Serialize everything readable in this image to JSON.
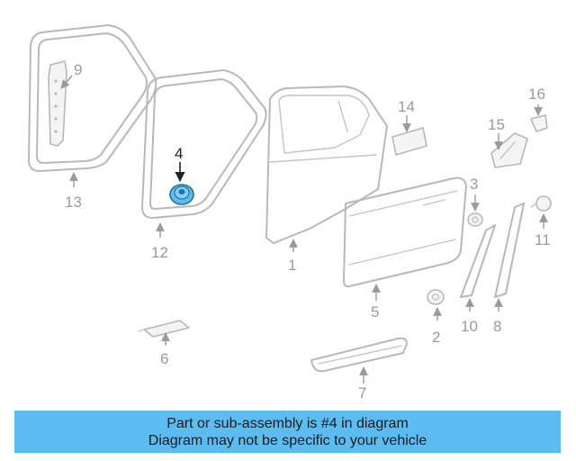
{
  "diagram": {
    "highlighted_part": "4",
    "callouts": {
      "p1": "1",
      "p2": "2",
      "p3": "3",
      "p4": "4",
      "p5": "5",
      "p6": "6",
      "p7": "7",
      "p8": "8",
      "p9": "9",
      "p10": "10",
      "p11": "11",
      "p12": "12",
      "p13": "13",
      "p14": "14",
      "p15": "15",
      "p16": "16"
    },
    "colors": {
      "highlight": "#5bbcf2",
      "line": "#b8b8b8",
      "banner": "#5bbcf2"
    }
  },
  "banner": {
    "line1": "Part or sub-assembly is #4 in diagram",
    "line2": "Diagram may not be specific to your vehicle"
  }
}
